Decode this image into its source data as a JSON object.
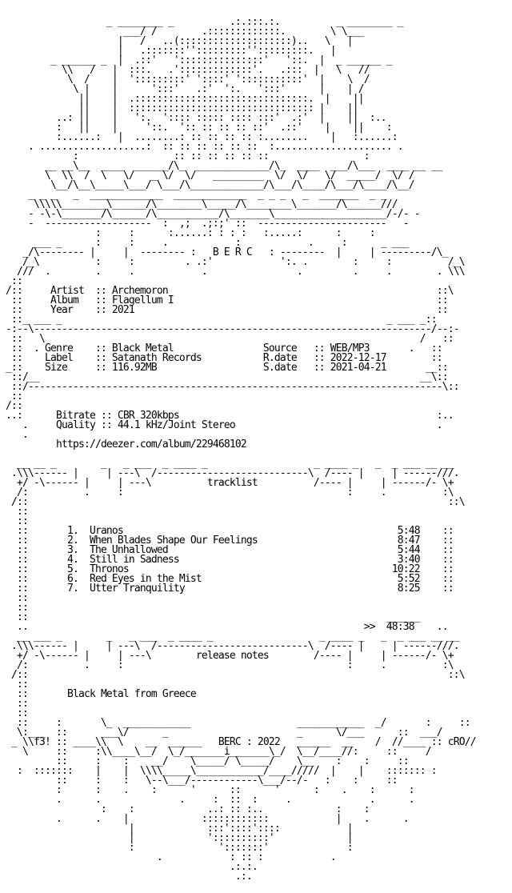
{
  "nfo": {
    "lines": [
      "                   _ ________ _          .:.:::.:.          _ ________ _",
      "                      ___/ /        .:::::::::::::.        \\ \\___",
      "                     |   /   ..(::::::::::::::::::::)..   \\   |",
      "                     |   .:::::::'':::::::::'':::::::::.   |",
      "         _ ______ _  |  .::'   ':::::::::::::::'   '::.  |  _ ______ _",
      "           \\\\   /   |  :::.   .':::::::::::::'.   .:::  |   \\   //",
      "            \\  /    |  ':::::::::' '::::' ':::::::::::'  |    \\  /",
      "             \\ |    |      ':::'   .:'  ':.   ':::'      |    | /",
      "              ||    |  .:::::::::::::::::::::::::::::::.  |    ||",
      "              ||    |  ::::::::::::::::::::::::::::::::: |    ||",
      "          ..: ||    |   ':.  ':::: ::::: :::: :::'  .:'  |    ||  :..",
      "          :   ||    |     '::.  ':: :: :: :: ::'  .::'    |    ||    :",
      "          :......:   |  ........: :: :: :: :: :........    |   :......:",
      "     . ...................:  :: :: :: :: :: ::  :..................... .",
      "             :                 :: :: :: :: :: ::                 :",
      "        __ __\\__  ____  ______/\\_  _____________/\\_  ____  ___/\\___  ____ __ __",
      "        \\  \\\\  /  \\   \\/   _ \\/  \\/   _________  \\/  \\/   \\/  _____/  \\/ /",
      "         \\__/\\__\\_____\\___/ \\___/\\_____________/\\___/\\____/\\___/\\____/\\__/",
      "     _ _ _   _  _____________  _____________  _ _ _   _  _______  _ _",
      "      \\\\\\\\\\________\\______/\\________\\_____/\\________\\_______/\\______///",
      "     - -\\-\\_______/\\______/\\___________/\\_______\\____________________/-/- -",
      "     -  -------------------  :  ,;  .;:;' ::  -----------------------   -",
      "                 :     :      :......: : : :   :.....:      :     :",
      "      ___ _      :     :     .            :            .     :      _ ___",
      "    _/\\-------- |     |  -------- :   B E R C   : --------  |     | ---------/\\_",
      "    /_\\          :     :         . .:'            ':. .        :     :          /_\\",
      "   ///  .        .     .            .                .         .     .        . \\\\\\",
      "  ::",
      " /::     Artist  :: Archemoron                                                ::\\",
      "  ::     Album   :: Flagellum I                                               ::",
      "  ::     Year    :: 2021                                                      ::",
      "  ::_ ___ _                                                          _ ___ _::",
      " -:--\\-----------------------------------------------------------------------/--:-",
      "  ::   \\                                                                   /   ::",
      "  ::  . Genre    :: Black Metal                Source   :: WEB/MP3       .   ::",
      "  ::    Label    :: Satanath Records           R.date   :: 2022-12-17        ::",
      " _::    Size     :: 116.92MB                   S.date   :: 2021-04-21       __::",
      "  ::/__                                                                    __\\::",
      "  ::/--------------------------------------------------------------------------\\::",
      "  ::",
      " /::",
      " ..:      Bitrate :: CBR 320kbps                                              :..",
      "    .     Quality :: 44.1 kHz/Joint Stereo                                    .",
      "    .",
      "          https://deezer.com/album/229468102",
      "",
      "   __ __ _        _   _ ___  _ ____ _                   _ ____ _   _  _ ___ __ __",
      "  .\\\\\\------ |     | ---\\  /---------------------------\\  /---- |     | ------///.",
      "   +/ -\\------ |     | ---\\          tracklist          /---- |     | ------/- \\+",
      "   /:          .     :                                        :     .          :\\",
      "  /::                                                                           ::\\",
      "   ::",
      "   ::",
      "   ::       1.  Uranos                                                 5:48    ::",
      "   ::       2.  When Blades Shape Our Feelings                         8:47    ::",
      "   ::       3.  The Unhallowed                                         5:44    ::",
      "   ::       4.  Still in Sadness                                       3:40    ::",
      "   ::       5.  Thronos                                               10:22    ::",
      "   ::       6.  Red Eyes in the Mist                                   5:52    ::",
      "   ::       7.  Utter Tranquility                                      8:25    ::",
      "   ::",
      "   ::",
      "   ::                                                                ______",
      "   ..                                                            >>  48:38    ..",
      "   __ ___ _        _   _ ___  _ ____ _                   _ ____ _   _  _ ___ __ __",
      "  .\\\\\\------ |     | ---\\  /---------------------------\\  /---- |     | ------///.",
      "   +/ -\\------ |     | ---\\        release notes        /---- |     | ------/- \\+",
      "   /:          .     :                                        :     .          :\\",
      "  /::                                                                           ::\\",
      "   ::",
      "   ::       Black Metal from Greece",
      "   ::",
      "   ::",
      "   ::     :       \\_  ____________                   ____________  _/       :     ::",
      "   \\:___  ::      ___\\/      _                       _      \\/___      ::  ___/",
      "  _ \\\\f3! :: ____\\\\  \\    __  ______   BERC : 2022   ______  __    /  //____ :: cRO//",
      "    \\     ::     :\\\\____\\__/  \\_/_______i_______\\_/  \\__/____//:     ::     /",
      "          ::     :    :    __/    \\_____/ \\_____/    \\__    :    :     ::",
      "   :  :::::::    |    |  \\\\\\\\_____\\____________/____/////  |    |    ::::::: :",
      "          ::     :    :   \\--\\___/------------\\___/--/-   :    :     ::",
      "          :      :    .    :      '      ::      '      :    .    :      :",
      "          .      .              .     :  ::  :     .              .      .",
      "                  :    :             ..: :: :..             :    :",
      "          .      .    |             ::::::::::::            |    .      .",
      "                       |             :::'::::'::::            |",
      "                       |             '::::::::::'             |",
      "                       :               ':::::::'              :",
      "                            .            : :: :            .",
      "                                         .:.:.",
      "                                          .:."
    ]
  }
}
